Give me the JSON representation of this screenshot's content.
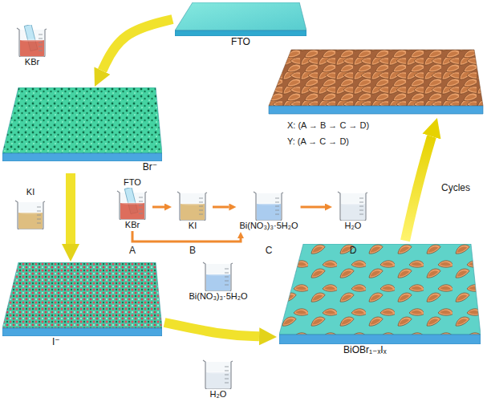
{
  "diagram": {
    "nodes": [
      {
        "text": [
          "FTO"
        ]
      },
      {
        "text": [
          "KBr"
        ]
      },
      {
        "text": [
          "Br⁻"
        ]
      },
      {
        "text": [
          "KI"
        ]
      },
      {
        "text": [
          "FTO",
          "KBr"
        ]
      },
      {
        "text": [
          "KI"
        ]
      },
      {
        "text": [
          "Bi(NO₃)₃·5H₂O"
        ]
      },
      {
        "text": [
          "H₂O"
        ]
      },
      {
        "text": [
          "I⁻"
        ]
      },
      {
        "text": [
          "Bi(NO₃)₃·5H₂O"
        ]
      },
      {
        "text": [
          "H₂O"
        ]
      },
      {
        "text": [
          "BiOBr₁₋ₓIₓ"
        ]
      }
    ],
    "edges": [
      {
        "from": 0,
        "to": 2,
        "arrow": "to"
      },
      {
        "from": 2,
        "to": 8,
        "arrow": "to"
      },
      {
        "from": 8,
        "to": 11,
        "arrow": "to"
      },
      {
        "from": 4,
        "to": 5,
        "arrow": "to"
      },
      {
        "from": 5,
        "to": 6,
        "arrow": "to"
      },
      {
        "from": 6,
        "to": 7,
        "arrow": "to"
      },
      {
        "from": 4,
        "to": 6,
        "arrow": "to"
      }
    ],
    "labels": [
      "X: (A → B → C → D)",
      "Y: (A → C → D)",
      "A",
      "B",
      "C",
      "D",
      "Cycles"
    ]
  }
}
